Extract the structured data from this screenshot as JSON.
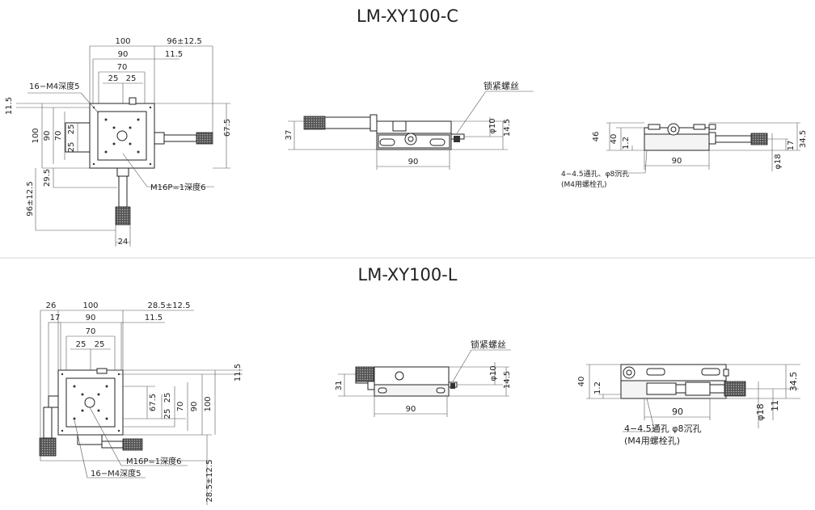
{
  "section_c": {
    "title": "LM-XY100-C",
    "top_view": {
      "dim_100": "100",
      "dim_96": "96±12.5",
      "dim_90": "90",
      "dim_11_5": "11.5",
      "dim_70": "70",
      "dim_25a": "25",
      "dim_25b": "25",
      "callout_m4": "16−M4深度5",
      "left_11_5": "11.5",
      "left_100": "100",
      "left_90": "90",
      "left_70": "70",
      "left_25": "25",
      "left_29_5": "29.5",
      "left_96": "96±12.5",
      "right_67_5": "67.5",
      "callout_m16": "M16P=1深度6",
      "dim_24": "24"
    },
    "front_view": {
      "lock_label": "锁紧螺丝",
      "dim_37": "37",
      "dim_phi10": "φ10",
      "dim_14_5": "14.5",
      "dim_90": "90"
    },
    "side_view": {
      "dim_46": "46",
      "dim_40": "40",
      "dim_1_2": "1.2",
      "dim_phi18": "φ18",
      "dim_17": "17",
      "dim_34_5": "34.5",
      "dim_90": "90",
      "hole_note_1": "4−4.5通孔、φ8沉孔",
      "hole_note_2": "(M4用螺栓孔)"
    }
  },
  "section_l": {
    "title": "LM-XY100-L",
    "top_view": {
      "dim_26": "26",
      "dim_100": "100",
      "dim_28_5": "28.5±12.5",
      "dim_17": "17",
      "dim_90": "90",
      "dim_11_5": "11.5",
      "dim_70": "70",
      "dim_25a": "25",
      "dim_25b": "25",
      "right_11_5": "11.5",
      "right_67_5": "67.5",
      "right_25a": "25",
      "right_25b": "25",
      "right_70": "70",
      "right_90": "90",
      "right_100": "100",
      "callout_m16": "M16P=1深度6",
      "callout_m4": "16−M4深度5",
      "bottom_28_5": "28.5±12.5"
    },
    "front_view": {
      "lock_label": "锁紧螺丝",
      "dim_31": "31",
      "dim_phi10": "φ10",
      "dim_14_5": "14.5",
      "dim_90": "90"
    },
    "side_view": {
      "dim_40": "40",
      "dim_1_2": "1.2",
      "dim_90": "90",
      "dim_phi18": "φ18",
      "dim_11": "11",
      "dim_34_5": "34.5",
      "hole_note_1": "4−4.5通孔 φ8沉孔",
      "hole_note_2": "(M4用螺栓孔)"
    }
  }
}
